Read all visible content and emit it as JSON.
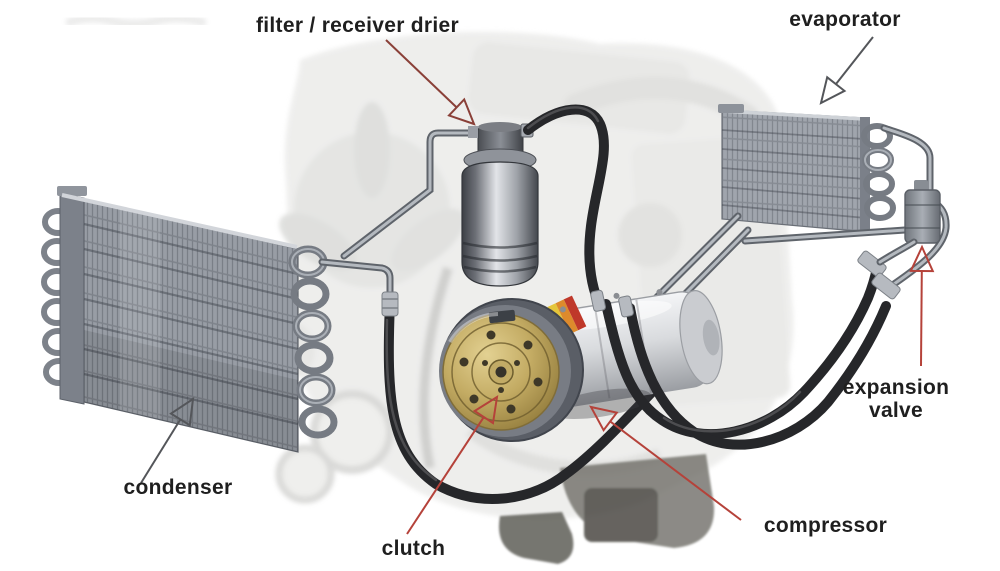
{
  "diagram": {
    "subject": "automotive air conditioning system components over ghosted engine",
    "labels": {
      "filter_receiver_drier": "filter / receiver drier",
      "evaporator": "evaporator",
      "condenser": "condenser",
      "clutch": "clutch",
      "compressor": "compressor",
      "expansion_valve": "expansion valve"
    }
  },
  "colors": {
    "label_text": "#1f1f1f",
    "red_arrow": "#b5423a",
    "darkred_arrow": "#8a4038",
    "gray_arrow": "#54565a",
    "hose_black": "#26272a",
    "clutch_gold": "#c3ab63",
    "compressor_body": "#d9dbde",
    "fin_gray": "#9aa0a8",
    "valve_gray": "#8e939a"
  }
}
